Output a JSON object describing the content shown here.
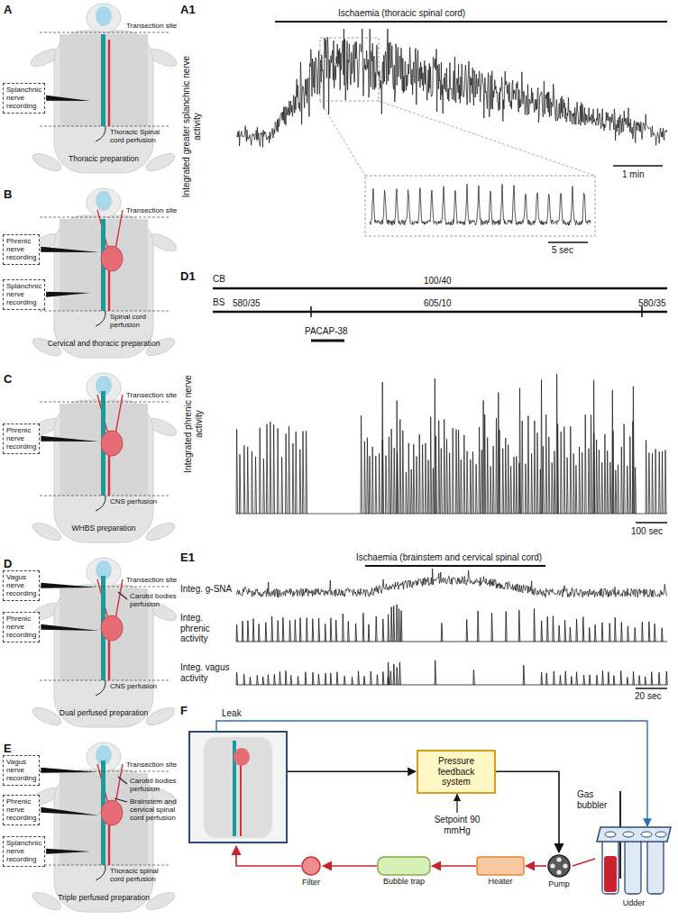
{
  "diagram": {
    "nodes": [
      {
        "text": [
          "Splanchnic nerve recording"
        ]
      },
      {
        "text": [
          "Phrenic nerve recording"
        ]
      },
      {
        "text": [
          "Splanchnic nerve recording"
        ]
      },
      {
        "text": [
          "Phrenic nerve recording"
        ]
      },
      {
        "text": [
          "Vagus nerve recording"
        ]
      },
      {
        "text": [
          "Phrenic nerve recording"
        ]
      },
      {
        "text": [
          "Vagus nerve recording"
        ]
      },
      {
        "text": [
          "Phrenic nerve recording"
        ]
      },
      {
        "text": [
          "Splanchnic nerve recording"
        ]
      },
      {
        "text": [
          "Pressure feedback system"
        ]
      },
      {
        "text": [
          "Filter"
        ]
      },
      {
        "text": [
          "Bubble trap"
        ]
      },
      {
        "text": [
          "Heater"
        ]
      },
      {
        "text": [
          "Pump"
        ]
      },
      {
        "text": [
          "Udder"
        ]
      }
    ],
    "edges": [
      {
        "from": 9,
        "to": 13,
        "arrow": "to"
      },
      {
        "from": 14,
        "to": 13,
        "arrow": "none"
      },
      {
        "from": 13,
        "to": 12,
        "arrow": "to"
      },
      {
        "from": 12,
        "to": 11,
        "arrow": "to"
      },
      {
        "from": 11,
        "to": 10,
        "arrow": "to"
      }
    ],
    "labels": [
      "A",
      "Transection site",
      "Thoracic Spinal cord perfusion",
      "Thoracic preparation",
      "B",
      "Transection site",
      "Spinal cord perfusion",
      "Cervical and thoracic preparation",
      "C",
      "Transection site",
      "CNS perfusion",
      "WHBS preparation",
      "D",
      "Transection site",
      "Carotid bodies perfusion",
      "CNS perfusion",
      "Dual perfused preparation",
      "E",
      "Transection site",
      "Carotid bodies perfusion",
      "Brainstem and cervical spinal cord perfusion",
      "Thoracic spinal cord perfusion",
      "Triple perfused preparation",
      "A1",
      "Ischaemia (thoracic spinal cord)",
      "Integrated greater splanchnic nerve activity",
      "1 min",
      "5 sec",
      "D1",
      "CB",
      "100/40",
      "BS",
      "580/35",
      "605/10",
      "580/35",
      "PACAP-38",
      "Integrated phrenic nerve activity",
      "100 sec",
      "E1",
      "Ischaemia (brainstem and cervical spinal cord)",
      "Integ. g-SNA",
      "Integ. phrenic activity",
      "Integ. vagus activity",
      "20 sec",
      "F",
      "Leak",
      "Setpoint 90 mmHg",
      "Gas bubbler"
    ]
  }
}
